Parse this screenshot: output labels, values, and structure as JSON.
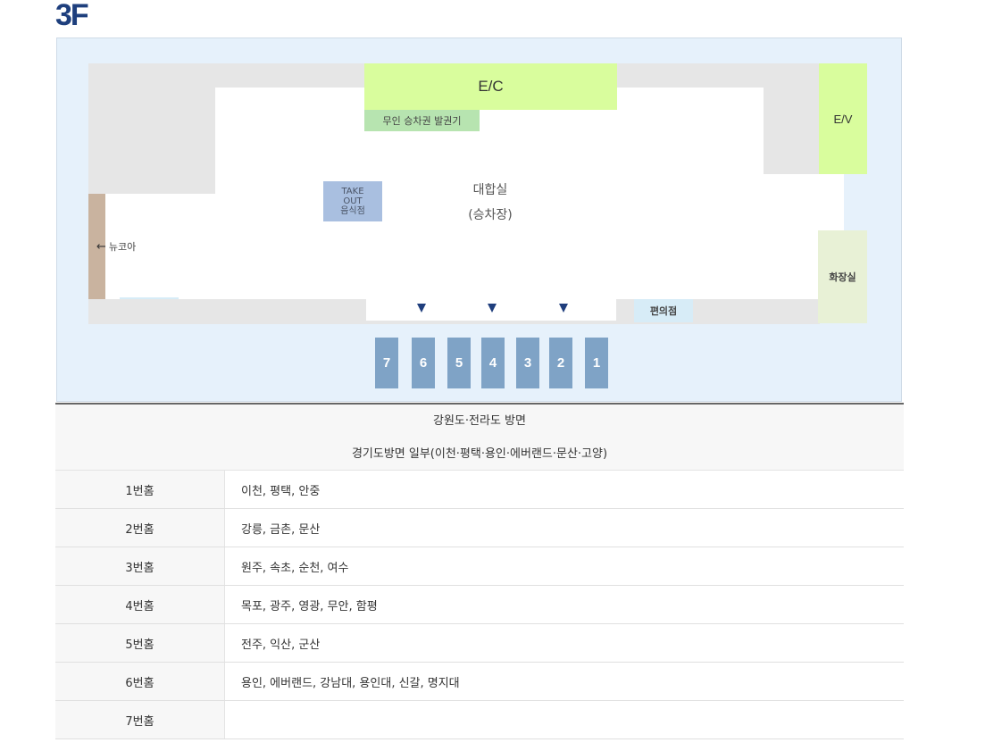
{
  "floor": "3F",
  "map": {
    "ec": "E/C",
    "ev": "E/V",
    "kiosk": "무인 승차권 발권기",
    "takeout": [
      "TAKE",
      "OUT",
      "음식점"
    ],
    "hall": [
      "대합실",
      "(승차장)"
    ],
    "toilet": "화장실",
    "convenience": "편의점",
    "newcore": "뉴코아",
    "gates": [
      "7",
      "6",
      "5",
      "4",
      "3",
      "2",
      "1"
    ]
  },
  "destinations": {
    "header_line1": "강원도·전라도 방면",
    "header_line2": "경기도방면 일부(이천·평택·용인·에버랜드·문산·고양)",
    "rows": [
      {
        "platform": "1번홈",
        "cities": "이천, 평택, 안중"
      },
      {
        "platform": "2번홈",
        "cities": "강릉, 금촌, 문산"
      },
      {
        "platform": "3번홈",
        "cities": "원주, 속초, 순천, 여수"
      },
      {
        "platform": "4번홈",
        "cities": "목포, 광주, 영광, 무안, 함평"
      },
      {
        "platform": "5번홈",
        "cities": "전주, 익산, 군산"
      },
      {
        "platform": "6번홈",
        "cities": "용인, 에버랜드, 강남대, 용인대, 신갈, 명지대"
      },
      {
        "platform": "7번홈",
        "cities": ""
      }
    ]
  }
}
